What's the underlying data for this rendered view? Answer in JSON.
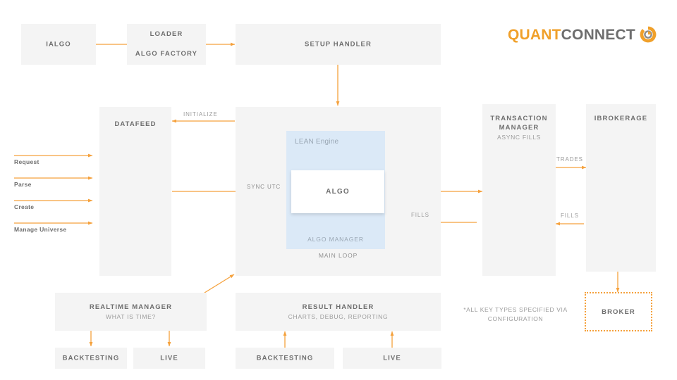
{
  "brand": {
    "name_part1": "QUANT",
    "name_part2": "CONNECT",
    "mark": "quantconnect-swirl-icon",
    "orange": "#f0a02a",
    "gray": "#6e6e6e"
  },
  "theme": {
    "accent_orange": "#f5a13c",
    "box_fill": "#f4f4f4",
    "lean_fill": "#dbe9f7",
    "title_color": "#6e6e6e",
    "subtitle_color": "#9b9b9b"
  },
  "boxes": {
    "ialgo": {
      "title": "IALGO"
    },
    "loader": {
      "title": "LOADER"
    },
    "algo_factory": {
      "title": "ALGO FACTORY"
    },
    "setup_handler": {
      "title": "SETUP HANDLER"
    },
    "datafeed": {
      "title": "DATAFEED"
    },
    "main_loop": {
      "label": "MAIN LOOP"
    },
    "lean_engine": {
      "title": "LEAN Engine",
      "footer": "ALGO MANAGER"
    },
    "algo": {
      "title": "ALGO"
    },
    "transaction_manager": {
      "title": "TRANSACTION MANAGER",
      "subtitle": "ASYNC FILLS"
    },
    "ibrokerage": {
      "title": "IBROKERAGE"
    },
    "broker": {
      "title": "BROKER"
    },
    "realtime_manager": {
      "title": "REALTIME MANAGER",
      "subtitle": "WHAT IS TIME?"
    },
    "result_handler": {
      "title": "RESULT HANDLER",
      "subtitle": "CHARTS, DEBUG, REPORTING"
    },
    "realtime_backtesting": {
      "title": "BACKTESTING"
    },
    "realtime_live": {
      "title": "LIVE"
    },
    "result_backtesting": {
      "title": "BACKTESTING"
    },
    "result_live": {
      "title": "LIVE"
    }
  },
  "connectors": {
    "initialize": "INITIALIZE",
    "sync_utc": "SYNC UTC",
    "trades": "TRADES",
    "fills_brokerage": "FILLS",
    "fills_center": "FILLS"
  },
  "side_inputs": [
    {
      "label": "Request"
    },
    {
      "label": "Parse"
    },
    {
      "label": "Create"
    },
    {
      "label": "Manage Universe"
    }
  ],
  "footnote": "*ALL KEY TYPES SPECIFIED VIA CONFIGURATION"
}
